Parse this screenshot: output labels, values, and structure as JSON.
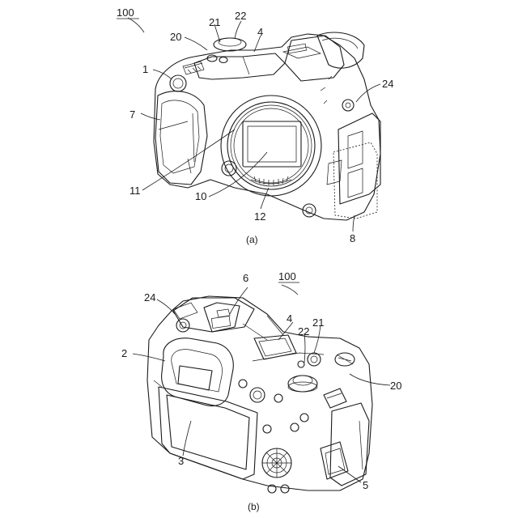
{
  "figure_a": {
    "caption": "(a)",
    "labels": {
      "device": "100",
      "n1": "1",
      "n4": "4",
      "n7": "7",
      "n8": "8",
      "n10": "10",
      "n11": "11",
      "n12": "12",
      "n20": "20",
      "n21": "21",
      "n22": "22",
      "n24": "24"
    }
  },
  "figure_b": {
    "caption": "(b)",
    "labels": {
      "device": "100",
      "n2": "2",
      "n3": "3",
      "n4": "4",
      "n5": "5",
      "n6": "6",
      "n20": "20",
      "n21": "21",
      "n22": "22",
      "n24": "24"
    }
  }
}
